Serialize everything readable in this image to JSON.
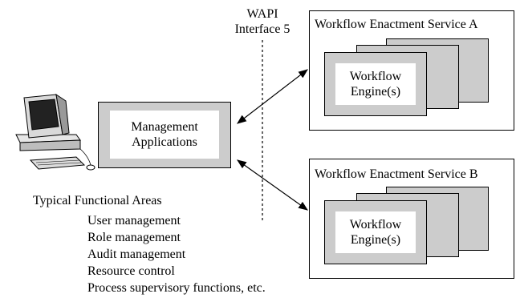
{
  "wapi": {
    "line1": "WAPI",
    "line2": "Interface 5"
  },
  "management": {
    "line1": "Management",
    "line2": "Applications"
  },
  "service_a": {
    "title": "Workflow Enactment Service A",
    "engine_line1": "Workflow",
    "engine_line2": "Engine(s)"
  },
  "service_b": {
    "title": "Workflow Enactment Service B",
    "engine_line1": "Workflow",
    "engine_line2": "Engine(s)"
  },
  "functional_areas": {
    "heading": "Typical Functional Areas",
    "items": [
      "User management",
      "Role management",
      "Audit management",
      "Resource control",
      "Process supervisory functions, etc."
    ]
  },
  "colors": {
    "box_fill": "#cccccc",
    "inner_fill": "#ffffff",
    "stroke": "#000000"
  }
}
